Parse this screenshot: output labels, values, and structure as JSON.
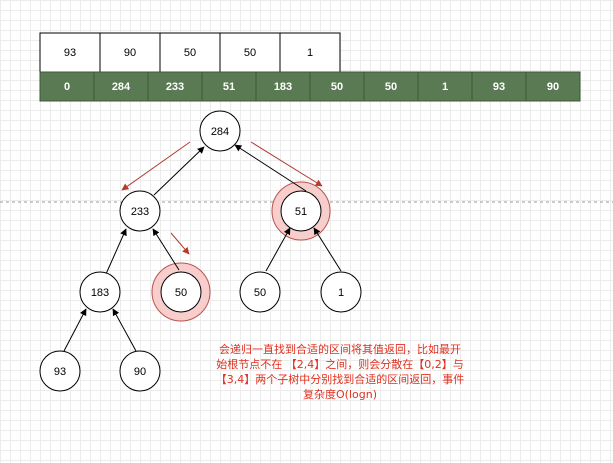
{
  "input_array": [
    "93",
    "90",
    "50",
    "50",
    "1"
  ],
  "tree_array": [
    "0",
    "284",
    "233",
    "51",
    "183",
    "50",
    "50",
    "1",
    "93",
    "90"
  ],
  "tree_nodes": {
    "n1": "284",
    "n2": "233",
    "n3": "51",
    "n4": "183",
    "n5": "50",
    "n6": "50",
    "n7": "1",
    "n8": "93",
    "n9": "90"
  },
  "note": "会递归一直找到合适的区间将其值返回，比如最开始根节点不在 【2,4】之间，则会分散在【0,2】与【3,4】两个子树中分别找到合适的区间返回，事件复杂度O(logn)",
  "colors": {
    "tree_fill": "#5a7a53",
    "tree_stroke": "#3d5839",
    "highlight_fill": "#f8cecc",
    "highlight_stroke": "#b85450",
    "arrow_red": "#b23b2e",
    "text_red": "#e0301e"
  }
}
